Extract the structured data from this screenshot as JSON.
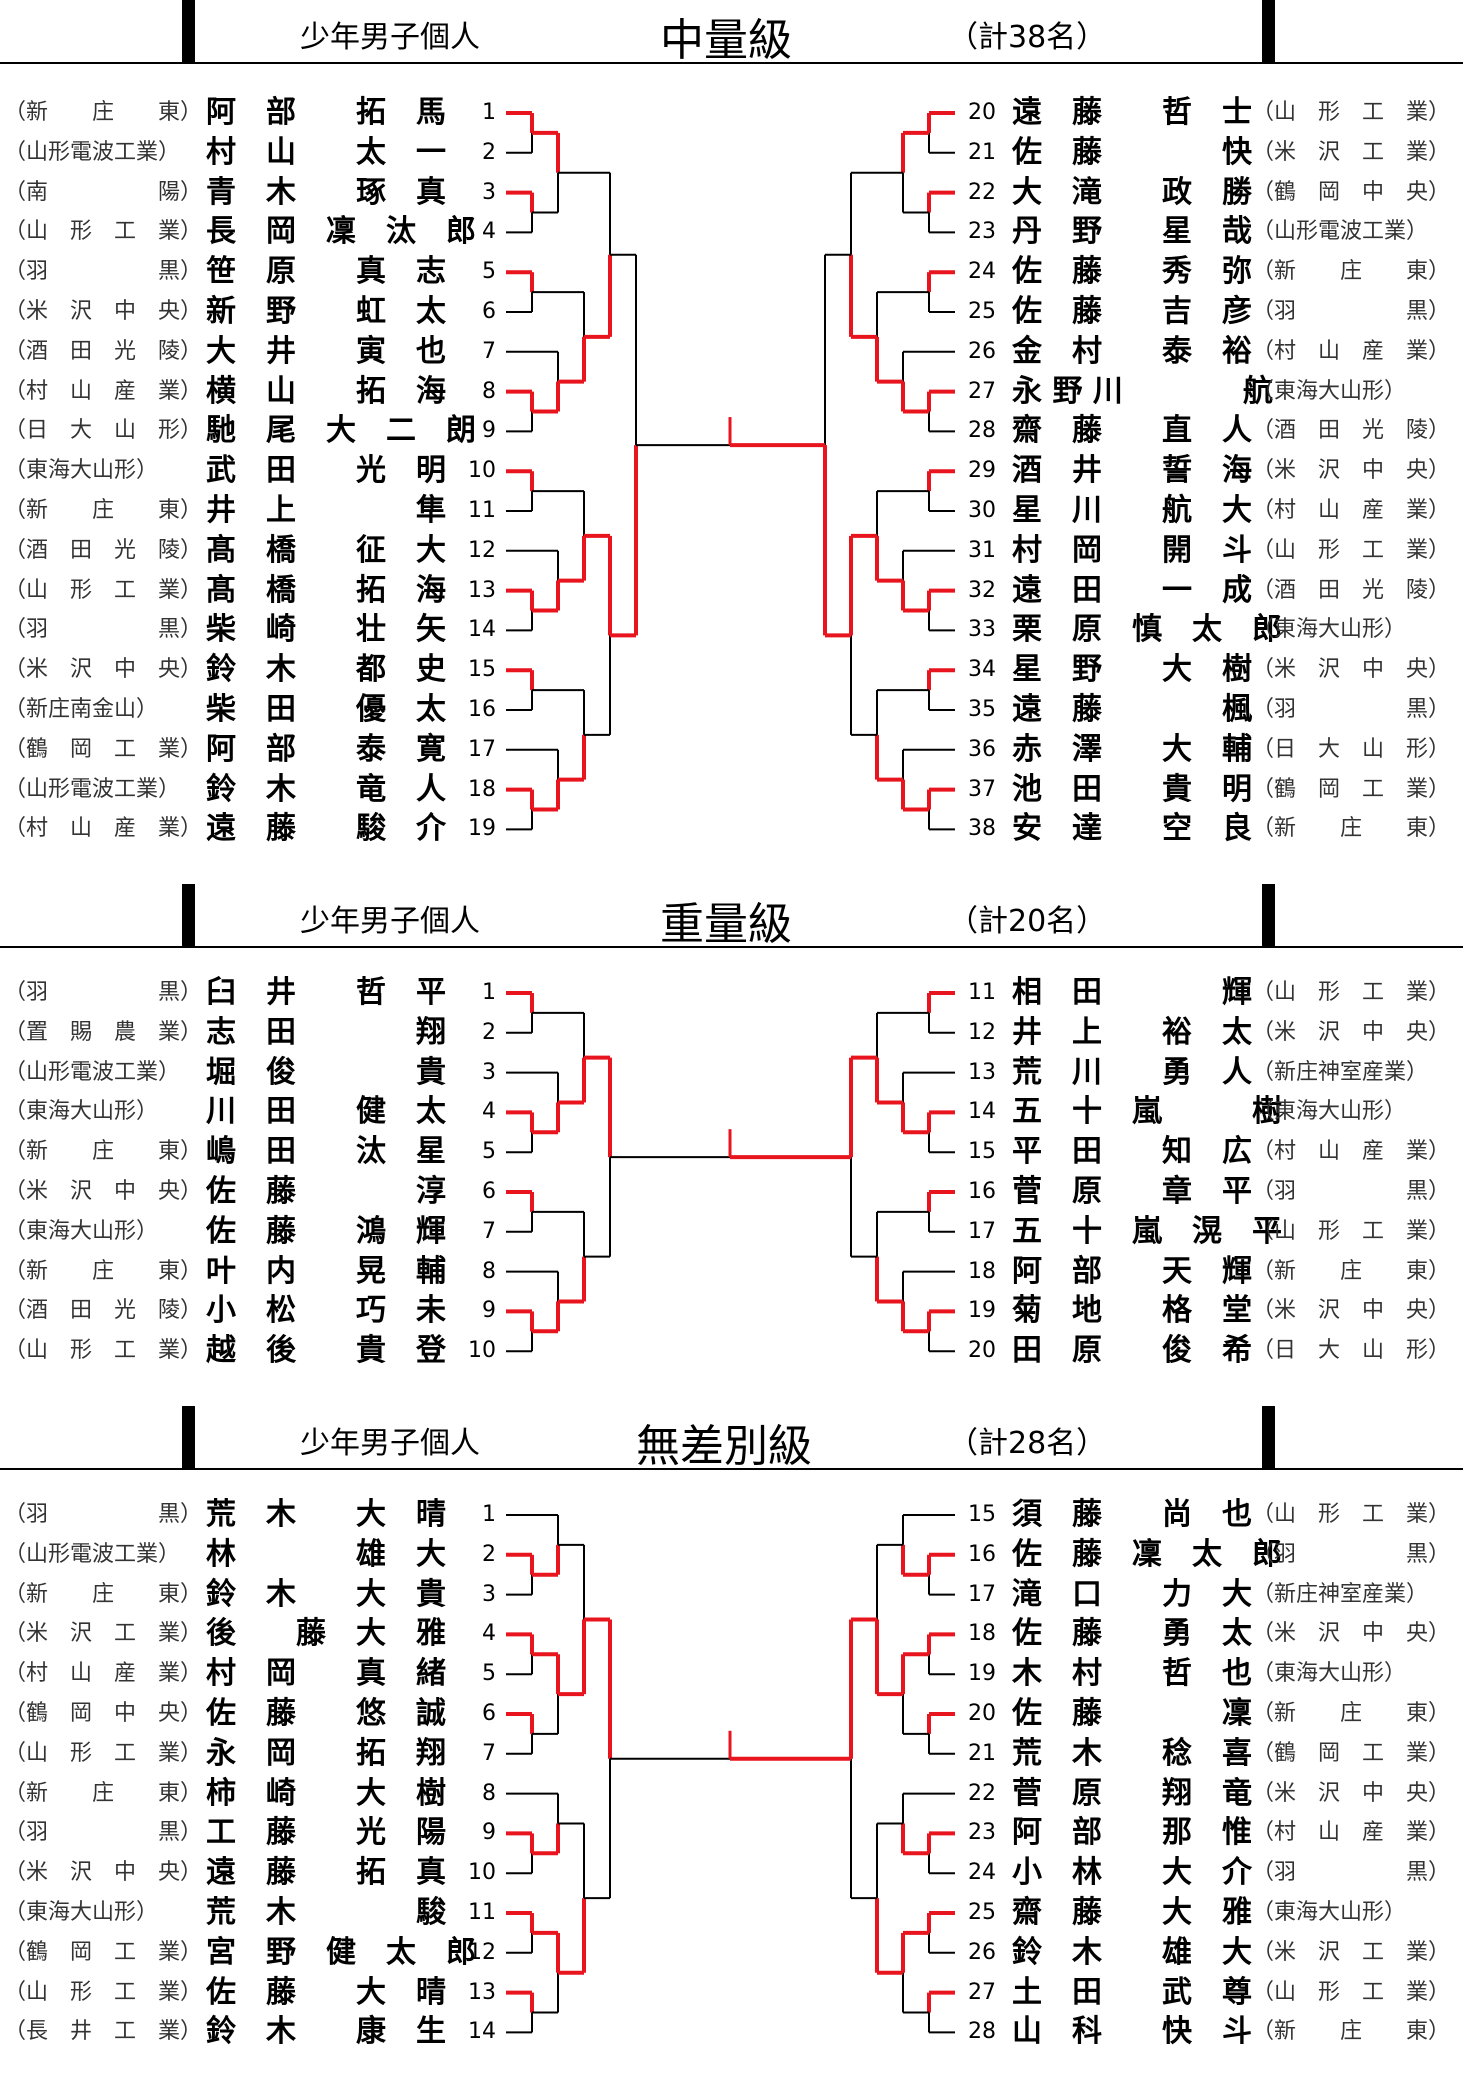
{
  "sections": [
    {
      "category": "少年男子個人",
      "weight_class": "中量級",
      "total": "（計38名）",
      "left": [
        {
          "school": "（新　　庄　　東）",
          "name": "阿　部　　拓　馬",
          "num": "1"
        },
        {
          "school": "（山形電波工業）",
          "name": "村　山　　太　一",
          "num": "2"
        },
        {
          "school": "（南　　　　　陽）",
          "name": "青　木　　琢　真",
          "num": "3"
        },
        {
          "school": "（山　形　工　業）",
          "name": "長　岡　凜　汰　郎",
          "num": "4"
        },
        {
          "school": "（羽　　　　　黒）",
          "name": "笹　原　　真　志",
          "num": "5"
        },
        {
          "school": "（米　沢　中　央）",
          "name": "新　野　　虹　太",
          "num": "6"
        },
        {
          "school": "（酒　田　光　陵）",
          "name": "大　井　　寅　也",
          "num": "7"
        },
        {
          "school": "（村　山　産　業）",
          "name": "横　山　　拓　海",
          "num": "8"
        },
        {
          "school": "（日　大　山　形）",
          "name": "馳　尾　大　二　朗",
          "num": "9"
        },
        {
          "school": "（東海大山形）",
          "name": "武　田　　光　明",
          "num": "10"
        },
        {
          "school": "（新　　庄　　東）",
          "name": "井　上　　　　隼",
          "num": "11"
        },
        {
          "school": "（酒　田　光　陵）",
          "name": "髙　橋　　征　大",
          "num": "12"
        },
        {
          "school": "（山　形　工　業）",
          "name": "髙　橋　　拓　海",
          "num": "13"
        },
        {
          "school": "（羽　　　　　黒）",
          "name": "柴　崎　　壮　矢",
          "num": "14"
        },
        {
          "school": "（米　沢　中　央）",
          "name": "鈴　木　　都　史",
          "num": "15"
        },
        {
          "school": "（新庄南金山）",
          "name": "柴　田　　優　太",
          "num": "16"
        },
        {
          "school": "（鶴　岡　工　業）",
          "name": "阿　部　　泰　寛",
          "num": "17"
        },
        {
          "school": "（山形電波工業）",
          "name": "鈴　木　　竜　人",
          "num": "18"
        },
        {
          "school": "（村　山　産　業）",
          "name": "遠　藤　　駿　介",
          "num": "19"
        }
      ],
      "right": [
        {
          "num": "20",
          "name": "遠　藤　　哲　士",
          "school": "（山　形　工　業）"
        },
        {
          "num": "21",
          "name": "佐　藤　　　　快",
          "school": "（米　沢　工　業）"
        },
        {
          "num": "22",
          "name": "大　滝　　政　勝",
          "school": "（鶴　岡　中　央）"
        },
        {
          "num": "23",
          "name": "丹　野　　星　哉",
          "school": "（山形電波工業）"
        },
        {
          "num": "24",
          "name": "佐　藤　　秀　弥",
          "school": "（新　　庄　　東）"
        },
        {
          "num": "25",
          "name": "佐　藤　　吉　彦",
          "school": "（羽　　　　　黒）"
        },
        {
          "num": "26",
          "name": "金　村　　泰　裕",
          "school": "（村　山　産　業）"
        },
        {
          "num": "27",
          "name": "永 野 川　　　　航",
          "school": "（東海大山形）"
        },
        {
          "num": "28",
          "name": "齋　藤　　直　人",
          "school": "（酒　田　光　陵）"
        },
        {
          "num": "29",
          "name": "酒　井　　誓　海",
          "school": "（米　沢　中　央）"
        },
        {
          "num": "30",
          "name": "星　川　　航　大",
          "school": "（村　山　産　業）"
        },
        {
          "num": "31",
          "name": "村　岡　　開　斗",
          "school": "（山　形　工　業）"
        },
        {
          "num": "32",
          "name": "遠　田　　一　成",
          "school": "（酒　田　光　陵）"
        },
        {
          "num": "33",
          "name": "栗　原　慎　太　郎",
          "school": "（東海大山形）"
        },
        {
          "num": "34",
          "name": "星　野　　大　樹",
          "school": "（米　沢　中　央）"
        },
        {
          "num": "35",
          "name": "遠　藤　　　　楓",
          "school": "（羽　　　　　黒）"
        },
        {
          "num": "36",
          "name": "赤　澤　　大　輔",
          "school": "（日　大　山　形）"
        },
        {
          "num": "37",
          "name": "池　田　　貴　明",
          "school": "（鶴　岡　工　業）"
        },
        {
          "num": "38",
          "name": "安　達　　空　良",
          "school": "（新　　庄　　東）"
        }
      ]
    },
    {
      "category": "少年男子個人",
      "weight_class": "重量級",
      "total": "（計20名）",
      "left": [
        {
          "school": "（羽　　　　　黒）",
          "name": "臼　井　　哲　平",
          "num": "1"
        },
        {
          "school": "（置　賜　農　業）",
          "name": "志　田　　　　翔",
          "num": "2"
        },
        {
          "school": "（山形電波工業）",
          "name": "堀　俊　　　　貴",
          "num": "3"
        },
        {
          "school": "（東海大山形）",
          "name": "川　田　　健　太",
          "num": "4"
        },
        {
          "school": "（新　　庄　　東）",
          "name": "嶋　田　　汰　星",
          "num": "5"
        },
        {
          "school": "（米　沢　中　央）",
          "name": "佐　藤　　　　淳",
          "num": "6"
        },
        {
          "school": "（東海大山形）",
          "name": "佐　藤　　鴻　輝",
          "num": "7"
        },
        {
          "school": "（新　　庄　　東）",
          "name": "叶　内　　晃　輔",
          "num": "8"
        },
        {
          "school": "（酒　田　光　陵）",
          "name": "小　松　　巧　未",
          "num": "9"
        },
        {
          "school": "（山　形　工　業）",
          "name": "越　後　　貴　登",
          "num": "10"
        }
      ],
      "right": [
        {
          "num": "11",
          "name": "相　田　　　　輝",
          "school": "（山　形　工　業）"
        },
        {
          "num": "12",
          "name": "井　上　　裕　太",
          "school": "（米　沢　中　央）"
        },
        {
          "num": "13",
          "name": "荒　川　　勇　人",
          "school": "（新庄神室産業）"
        },
        {
          "num": "14",
          "name": "五　十　嵐　　　樹",
          "school": "（東海大山形）"
        },
        {
          "num": "15",
          "name": "平　田　　知　広",
          "school": "（村　山　産　業）"
        },
        {
          "num": "16",
          "name": "菅　原　　章　平",
          "school": "（羽　　　　　黒）"
        },
        {
          "num": "17",
          "name": "五　十　嵐　滉　平",
          "school": "（山　形　工　業）"
        },
        {
          "num": "18",
          "name": "阿　部　　天　輝",
          "school": "（新　　庄　　東）"
        },
        {
          "num": "19",
          "name": "菊　地　　格　堂",
          "school": "（米　沢　中　央）"
        },
        {
          "num": "20",
          "name": "田　原　　俊　希",
          "school": "（日　大　山　形）"
        }
      ]
    },
    {
      "category": "少年男子個人",
      "weight_class": "無差別級",
      "total": "（計28名）",
      "left": [
        {
          "school": "（羽　　　　　黒）",
          "name": "荒　木　　大　晴",
          "num": "1"
        },
        {
          "school": "（山形電波工業）",
          "name": "林　　　　雄　大",
          "num": "2"
        },
        {
          "school": "（新　　庄　　東）",
          "name": "鈴　木　　大　貴",
          "num": "3"
        },
        {
          "school": "（米　沢　工　業）",
          "name": "後　　藤　大　雅",
          "num": "4"
        },
        {
          "school": "（村　山　産　業）",
          "name": "村　岡　　真　緒",
          "num": "5"
        },
        {
          "school": "（鶴　岡　中　央）",
          "name": "佐　藤　　悠　誠",
          "num": "6"
        },
        {
          "school": "（山　形　工　業）",
          "name": "永　岡　　拓　翔",
          "num": "7"
        },
        {
          "school": "（新　　庄　　東）",
          "name": "柿　崎　　大　樹",
          "num": "8"
        },
        {
          "school": "（羽　　　　　黒）",
          "name": "工　藤　　光　陽",
          "num": "9"
        },
        {
          "school": "（米　沢　中　央）",
          "name": "遠　藤　　拓　真",
          "num": "10"
        },
        {
          "school": "（東海大山形）",
          "name": "荒　木　　　　駿",
          "num": "11"
        },
        {
          "school": "（鶴　岡　工　業）",
          "name": "宮　野　健　太　郎",
          "num": "12"
        },
        {
          "school": "（山　形　工　業）",
          "name": "佐　藤　　大　晴",
          "num": "13"
        },
        {
          "school": "（長　井　工　業）",
          "name": "鈴　木　　康　生",
          "num": "14"
        }
      ],
      "right": [
        {
          "num": "15",
          "name": "須　藤　　尚　也",
          "school": "（山　形　工　業）"
        },
        {
          "num": "16",
          "name": "佐　藤　凜　太　郎",
          "school": "（羽　　　　　黒）"
        },
        {
          "num": "17",
          "name": "滝　口　　力　大",
          "school": "（新庄神室産業）"
        },
        {
          "num": "18",
          "name": "佐　藤　　勇　太",
          "school": "（米　沢　中　央）"
        },
        {
          "num": "19",
          "name": "木　村　　哲　也",
          "school": "（東海大山形）"
        },
        {
          "num": "20",
          "name": "佐　藤　　　　凜",
          "school": "（新　　庄　　東）"
        },
        {
          "num": "21",
          "name": "荒　木　　稔　喜",
          "school": "（鶴　岡　工　業）"
        },
        {
          "num": "22",
          "name": "菅　原　　翔　竜",
          "school": "（米　沢　中　央）"
        },
        {
          "num": "23",
          "name": "阿　部　　那　惟",
          "school": "（村　山　産　業）"
        },
        {
          "num": "24",
          "name": "小　林　　大　介",
          "school": "（羽　　　　　黒）"
        },
        {
          "num": "25",
          "name": "齋　藤　　大　雅",
          "school": "（東海大山形）"
        },
        {
          "num": "26",
          "name": "鈴　木　　雄　大",
          "school": "（米　沢　工　業）"
        },
        {
          "num": "27",
          "name": "土　田　　武　尊",
          "school": "（山　形　工　業）"
        },
        {
          "num": "28",
          "name": "山　科　　快　斗",
          "school": "（新　　庄　　東）"
        }
      ]
    }
  ],
  "colors": {
    "win": "#e8141e",
    "line": "#000000"
  }
}
